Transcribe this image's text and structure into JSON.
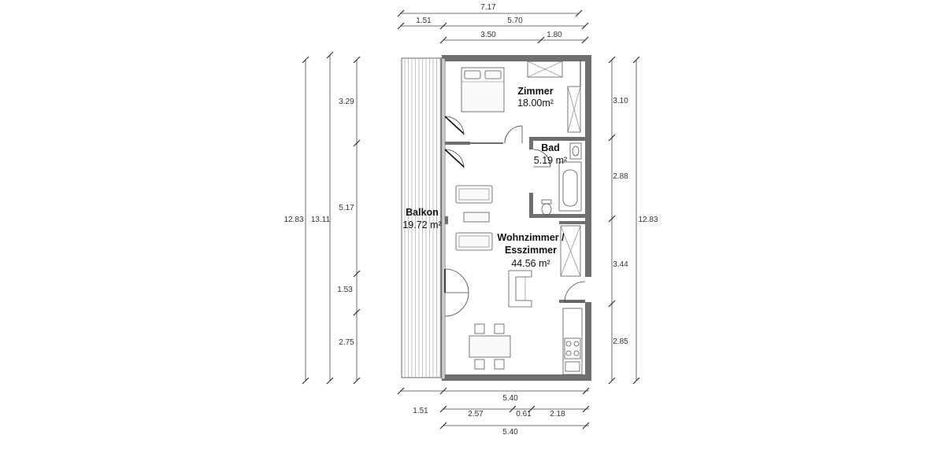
{
  "rooms": {
    "zimmer": {
      "name": "Zimmer",
      "area": "18.00m²"
    },
    "bad": {
      "name": "Bad",
      "area": "5.19 m²"
    },
    "wohnen": {
      "name_line1": "Wohnzimmer /",
      "name_line2": "Esszimmer",
      "area": "44.56 m²"
    },
    "balkon": {
      "name": "Balkon",
      "area": "19.72 m²"
    }
  },
  "dimensions": {
    "top": {
      "overall": "7.17",
      "row2_left": "1.51",
      "row2_right": "5.70",
      "row3_left": "3.50",
      "row3_right": "1.80"
    },
    "left": {
      "outer": "12.83",
      "middle": "13.11",
      "seg_1": "3.29",
      "seg_2": "5.17",
      "seg_3": "1.53",
      "seg_4": "2.75"
    },
    "right": {
      "seg_1": "3.10",
      "seg_2": "2.88",
      "seg_3": "3.44",
      "seg_4": "2.85",
      "overall": "12.83"
    },
    "bottom": {
      "width": "5.40",
      "balcony": "1.51",
      "seg_1": "2.57",
      "seg_2": "0.61",
      "seg_3": "2.18",
      "overall": "5.40"
    }
  }
}
